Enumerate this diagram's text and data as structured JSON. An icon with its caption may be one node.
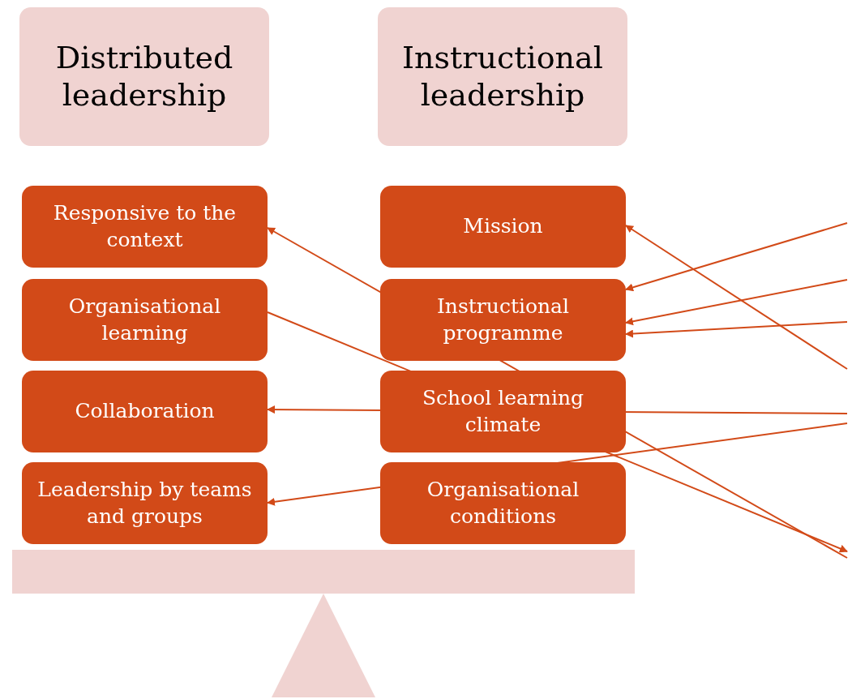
{
  "diagram": {
    "nodes": [
      {
        "text": [
          "Distributed leadership"
        ]
      },
      {
        "text": [
          "Instructional leadership"
        ]
      },
      {
        "text": [
          "Responsive to the context"
        ]
      },
      {
        "text": [
          "Organisational learning"
        ]
      },
      {
        "text": [
          "Collaboration"
        ]
      },
      {
        "text": [
          "Leadership by teams and groups"
        ]
      },
      {
        "text": [
          "Mission"
        ]
      },
      {
        "text": [
          "Instructional programme"
        ]
      },
      {
        "text": [
          "School learning climate"
        ]
      },
      {
        "text": [
          "Organisational conditions"
        ]
      }
    ],
    "edges": [
      {
        "from": null,
        "to": 7,
        "arrow": "to"
      },
      {
        "from": null,
        "to": 7,
        "arrow": "to"
      },
      {
        "from": null,
        "to": 7,
        "arrow": "to"
      },
      {
        "from": null,
        "to": 6,
        "arrow": "to"
      },
      {
        "from": null,
        "to": 4,
        "arrow": "to"
      },
      {
        "from": null,
        "to": 5,
        "arrow": "to"
      },
      {
        "from": null,
        "to": 2,
        "arrow": "to"
      },
      {
        "from": 3,
        "to": null,
        "arrow": "to"
      }
    ]
  }
}
